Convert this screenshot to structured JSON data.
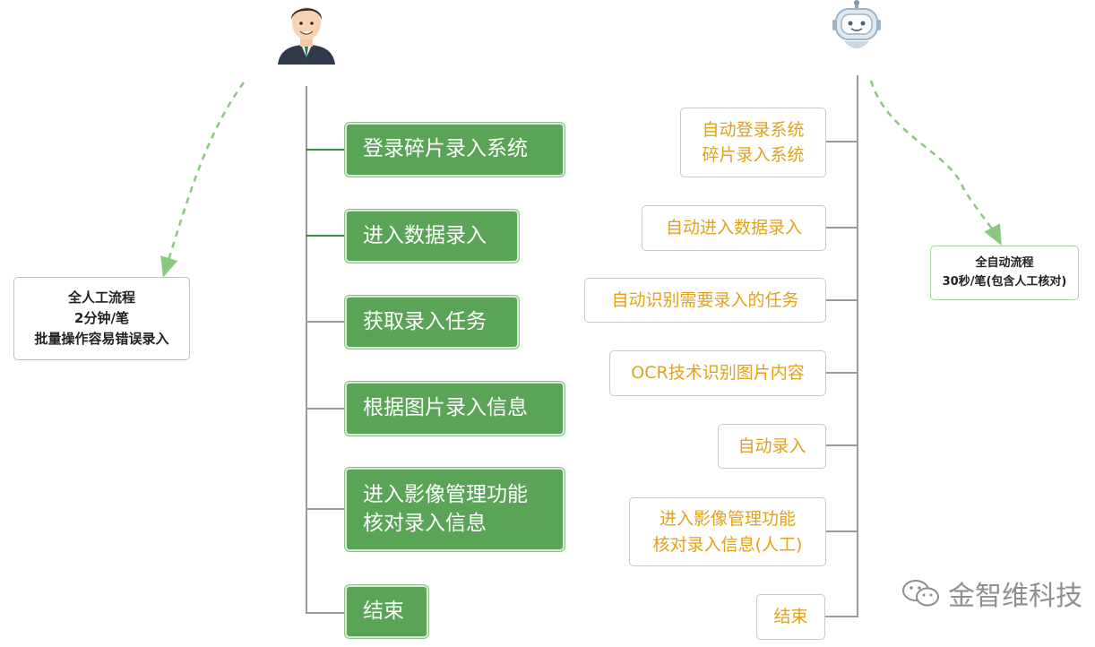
{
  "manual": {
    "steps": [
      {
        "label": "登录碎片录入系统"
      },
      {
        "label": "进入数据录入"
      },
      {
        "label": "获取录入任务"
      },
      {
        "label": "根据图片录入信息"
      },
      {
        "lines": [
          "进入影像管理功能",
          "核对录入信息"
        ]
      },
      {
        "label": "结束"
      }
    ],
    "summary": {
      "lines": [
        "全人工流程",
        "2分钟/笔",
        "批量操作容易错误录入"
      ]
    }
  },
  "robot": {
    "steps": [
      {
        "lines": [
          "自动登录系统",
          "碎片录入系统"
        ]
      },
      {
        "label": "自动进入数据录入"
      },
      {
        "label": "自动识别需要录入的任务"
      },
      {
        "label": "OCR技术识别图片内容"
      },
      {
        "label": "自动录入"
      },
      {
        "lines": [
          "进入影像管理功能",
          "核对录入信息(人工)"
        ]
      },
      {
        "label": "结束"
      }
    ],
    "summary": {
      "lines": [
        "全自动流程",
        "30秒/笔(包含人工核对)"
      ]
    }
  },
  "watermark": {
    "text": "金智维科技"
  },
  "colors": {
    "green": "#5aa457",
    "orange": "#e0a21d",
    "line": "#9a9a9a",
    "dashed": "#8cc77f"
  },
  "icons": {
    "person": "businessman-avatar-icon",
    "robot": "robot-avatar-icon",
    "watermark": "wechat-icon"
  }
}
